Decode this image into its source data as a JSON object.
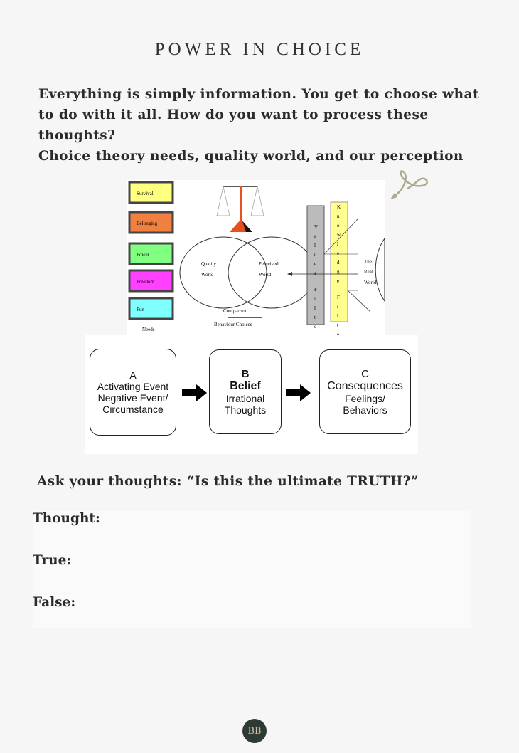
{
  "title": "POWER IN CHOICE",
  "intro": {
    "line1": "Everything is simply information. You get to choose what to do with it all. How do you want to process these thoughts?",
    "line2": "Choice theory needs, quality world, and our perception"
  },
  "diagram1": {
    "needs": [
      {
        "label": "Survival",
        "color": "#ffff80"
      },
      {
        "label": "Belonging",
        "color": "#f08040"
      },
      {
        "label": "Power",
        "color": "#80ff80"
      },
      {
        "label": "Freedom",
        "color": "#ff40ff"
      },
      {
        "label": "Fun",
        "color": "#80ffff"
      }
    ],
    "needs_label": "Needs",
    "quality_world": [
      "Quality",
      "World"
    ],
    "perceived_world": [
      "Perceived",
      "World"
    ],
    "real_world": [
      "The",
      "Real",
      "World"
    ],
    "values_filter": "Values Filter",
    "knowledge_filter": "Knowledge Filter",
    "comparison": "Comparison",
    "behaviour": "Behaviour Choices"
  },
  "diagram2": {
    "a": {
      "letter": "A",
      "l1": "Activating Event",
      "l2": "Negative Event/",
      "l3": "Circumstance"
    },
    "b": {
      "letter": "B",
      "l1": "Belief",
      "l2": "Irrational",
      "l3": "Thoughts"
    },
    "c": {
      "letter": "C",
      "l1": "Consequences",
      "l2": "Feelings/",
      "l3": "Behaviors"
    }
  },
  "ask": "Ask your thoughts: “Is this the ultimate TRUTH?”",
  "form": {
    "thought": "Thought:",
    "true": "True:",
    "false": "False:"
  },
  "logo": "BB"
}
